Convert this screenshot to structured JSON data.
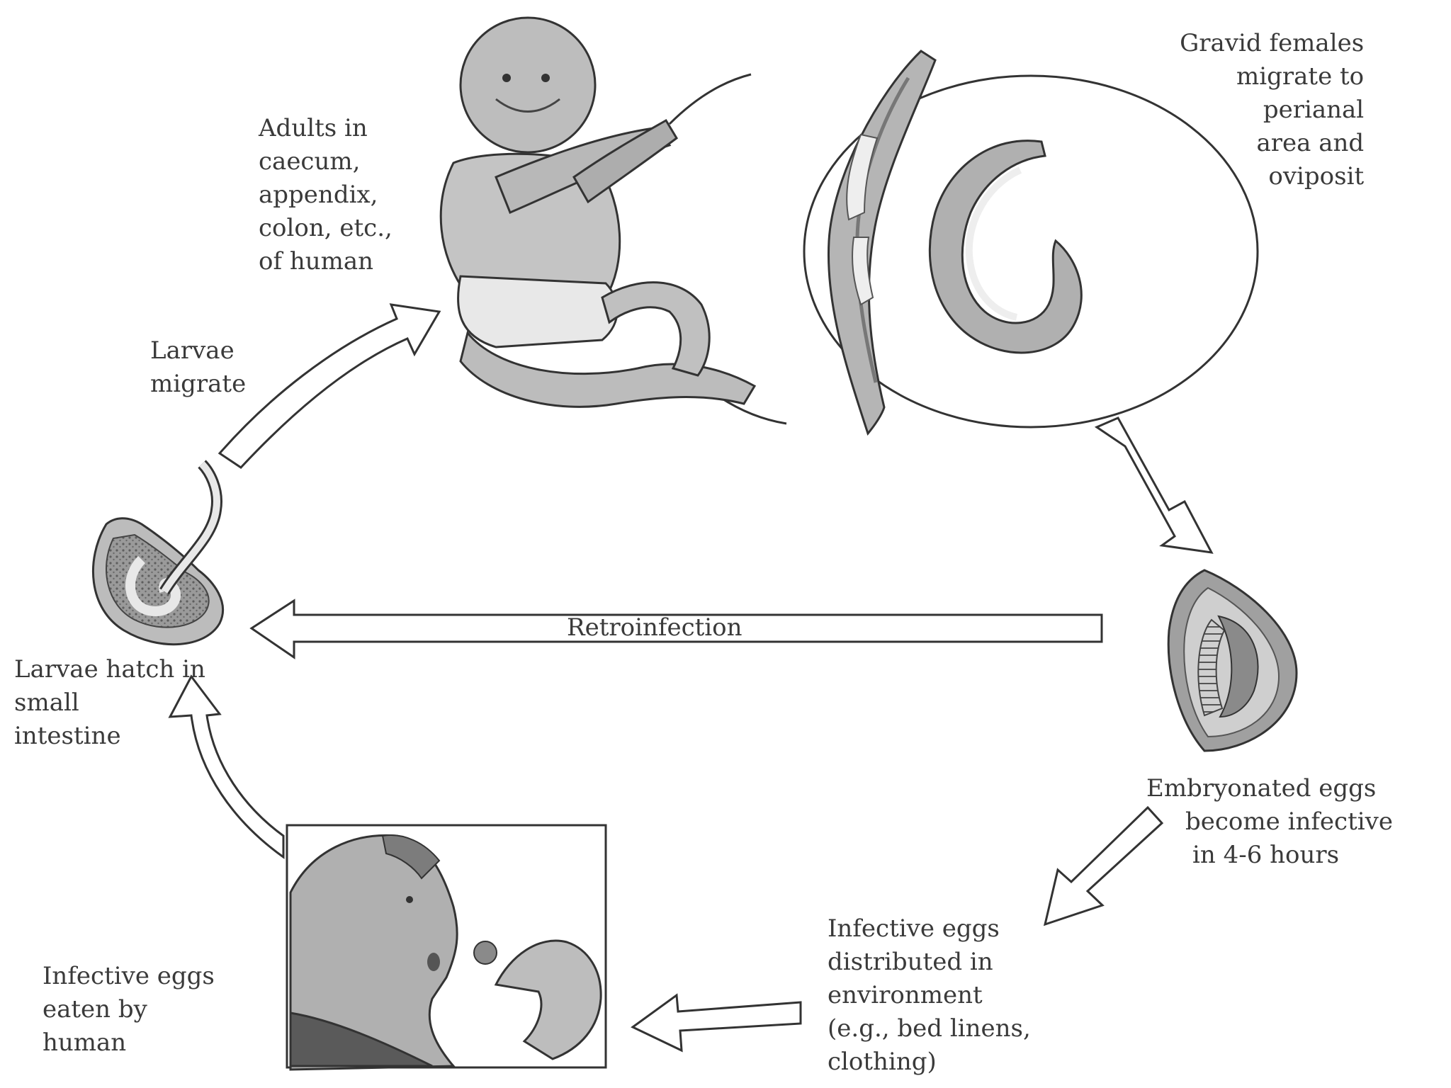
{
  "labels": {
    "adults": [
      "Adults in",
      "caecum,",
      "appendix,",
      "colon, etc.,",
      "of human"
    ],
    "gravid": [
      "Gravid females",
      "migrate to",
      "perianal",
      "area and",
      "oviposit"
    ],
    "larvae_migrate": [
      "Larvae",
      "migrate"
    ],
    "retroinfection": "Retroinfection",
    "larvae_hatch": [
      "Larvae hatch in",
      "small",
      "intestine"
    ],
    "embryonated": [
      "Embryonated eggs",
      "become infective",
      "in 4-6 hours"
    ],
    "distributed": [
      "Infective eggs",
      "distributed in",
      "environment",
      "(e.g., bed linens,",
      "clothing)"
    ],
    "eaten": [
      "Infective eggs",
      "eaten by",
      "human"
    ]
  },
  "colors": {
    "ink": "#3a3a3a",
    "fill_light": "#d6d6d6",
    "fill_mid": "#a8a8a8",
    "fill_dark": "#7a7a7a"
  }
}
